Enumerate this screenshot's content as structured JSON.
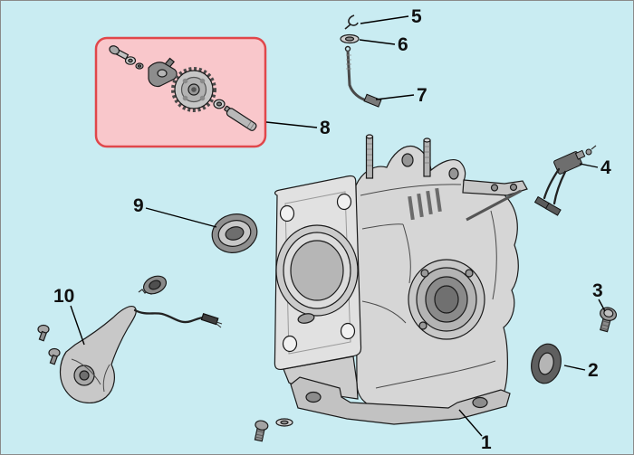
{
  "diagram": {
    "background_color": "#c9ecf2",
    "highlight_box": {
      "fill": "#f9c7cb",
      "stroke": "#e0474b"
    },
    "callouts": [
      "1",
      "2",
      "3",
      "4",
      "5",
      "6",
      "7",
      "8",
      "9",
      "10"
    ]
  }
}
